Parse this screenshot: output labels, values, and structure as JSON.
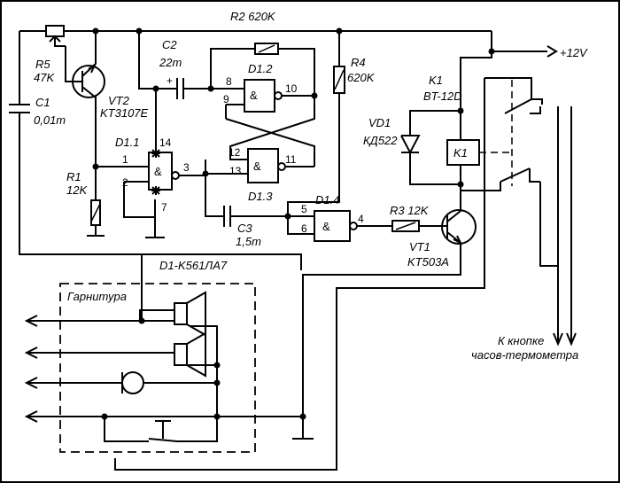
{
  "labels": {
    "r2": "R2  620K",
    "r5_name": "R5",
    "r5_value": "47K",
    "c1_name": "C1",
    "c1_value": "0,01m",
    "vt2_name": "VT2",
    "vt2_type": "KT3107E",
    "c2_name": "C2",
    "c2_value": "22m",
    "d12": "D1.2",
    "d11": "D1.1",
    "d13": "D1.3",
    "d14": "D1.4",
    "r1_name": "R1",
    "r1_value": "12K",
    "r4_name": "R4",
    "r4_value": "620K",
    "k1_name": "K1",
    "k1_type": "BT-12D",
    "vd1_name": "VD1",
    "vd1_type": "КД522",
    "k1_coil": "K1",
    "c3_name": "C3",
    "c3_value": "1,5m",
    "r3": "R3  12K",
    "vt1_name": "VT1",
    "vt1_type": "KT503A",
    "chip": "D1-K561ЛА7",
    "headset": "Гарнитура",
    "supply": "+12V",
    "button_line1": "К кнопке",
    "button_line2": "часов-термометра",
    "gate_symbol": "&",
    "plus_sign": "+"
  },
  "pins": {
    "p1": "1",
    "p2": "2",
    "p3": "3",
    "p4": "4",
    "p5": "5",
    "p6": "6",
    "p7": "7",
    "p8": "8",
    "p9": "9",
    "p10": "10",
    "p11": "11",
    "p12": "12",
    "p13": "13",
    "p14": "14"
  }
}
